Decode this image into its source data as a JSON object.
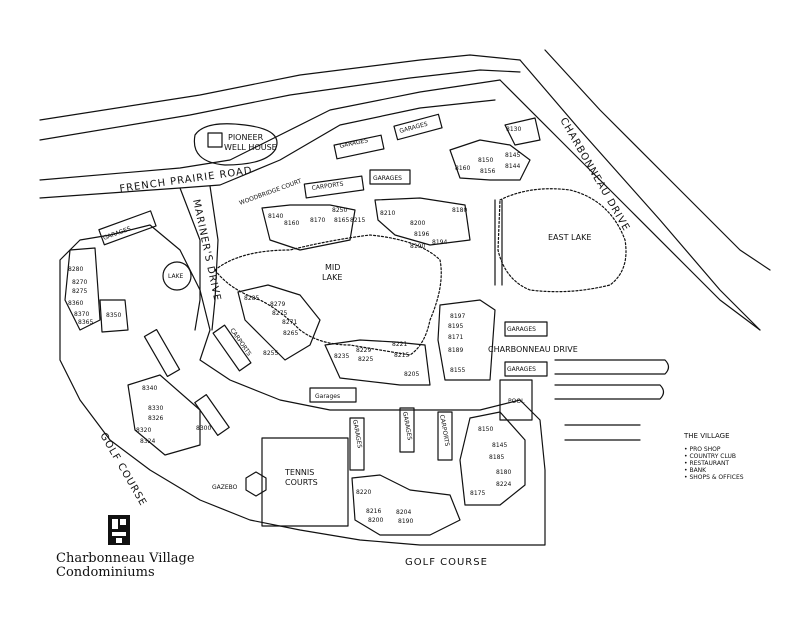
{
  "roads": {
    "french_prairie": "FRENCH PRAIRIE ROAD",
    "mariners": "MARINER'S DRIVE",
    "woodbridge": "WOODBRIDGE COURT",
    "charbonneau": "CHARBONNEAU DRIVE",
    "charbonneau_inner": "CHARBONNEAU DRIVE",
    "golf_left": "GOLF COURSE",
    "golf_bottom": "GOLF COURSE"
  },
  "features": {
    "pioneer": "PIONEER",
    "well_house": "WELL HOUSE",
    "mid": "MID",
    "lake": "LAKE",
    "east_lake": "EAST LAKE",
    "small_lake": "LAKE",
    "tennis1": "TENNIS",
    "tennis2": "COURTS",
    "gazebo": "GAZEBO",
    "pool": "POOL",
    "garages": "GARAGES",
    "carports": "CARPORTS",
    "garages_lower": "Garages"
  },
  "units": [
    "8130",
    "8160",
    "8150",
    "8156",
    "8145",
    "8144",
    "8140",
    "8160",
    "8170",
    "8165",
    "8215",
    "8210",
    "8200",
    "8196",
    "8190",
    "8194",
    "8180",
    "8250",
    "8280",
    "8270",
    "8275",
    "8360",
    "8370",
    "8365",
    "8350",
    "8285",
    "8279",
    "8275",
    "8271",
    "8265",
    "8255",
    "8235",
    "8229",
    "8225",
    "8221",
    "8215",
    "8205",
    "8197",
    "8195",
    "8171",
    "8189",
    "8155",
    "8340",
    "8330",
    "8326",
    "8320",
    "8324",
    "8300",
    "8150",
    "8145",
    "8185",
    "8180",
    "8175",
    "8224",
    "8220",
    "8216",
    "8200",
    "8204",
    "8190"
  ],
  "legend": {
    "title": "THE VILLAGE",
    "items": [
      "• PRO SHOP",
      "• COUNTRY CLUB",
      "• RESTAURANT",
      "• BANK",
      "• SHOPS & OFFICES"
    ]
  },
  "logo": {
    "line1": "Charbonneau Village",
    "line2": "Condominiums"
  }
}
